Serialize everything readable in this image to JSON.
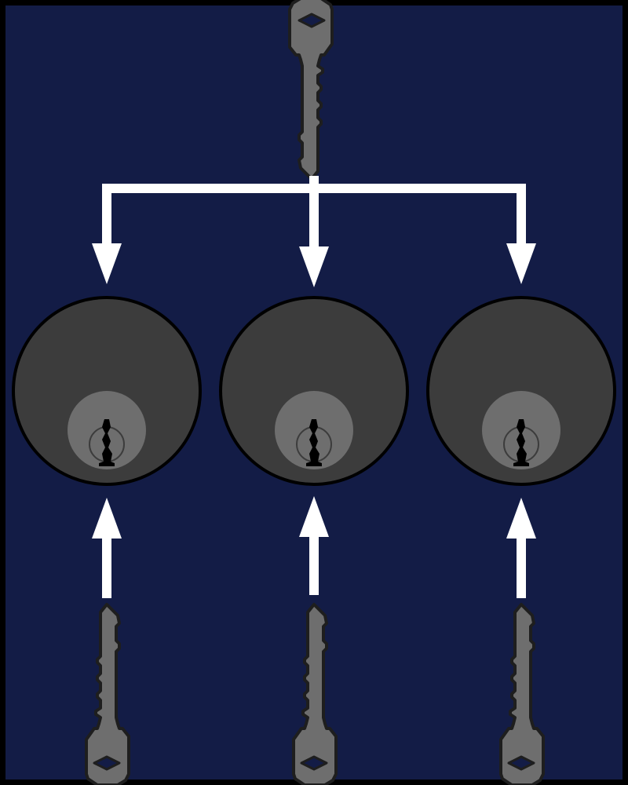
{
  "colors": {
    "background": "#131c46",
    "frame": "#000000",
    "connector": "#ffffff",
    "key_fill": "#6e6e6e",
    "key_stroke": "#1e1e1e",
    "cylinder_body": "#3c3c3c",
    "cylinder_plug": "#6e6e6e",
    "keyway": "#000000"
  },
  "diagram": {
    "master_key": {
      "icon": "key-icon",
      "orientation": "bow-up"
    },
    "locks": [
      {
        "id": "left",
        "icon": "lock-cylinder-icon"
      },
      {
        "id": "center",
        "icon": "lock-cylinder-icon"
      },
      {
        "id": "right",
        "icon": "lock-cylinder-icon"
      }
    ],
    "change_keys": [
      {
        "id": "left",
        "icon": "key-icon",
        "orientation": "bow-down"
      },
      {
        "id": "center",
        "icon": "key-icon",
        "orientation": "bow-down"
      },
      {
        "id": "right",
        "icon": "key-icon",
        "orientation": "bow-down"
      }
    ]
  }
}
